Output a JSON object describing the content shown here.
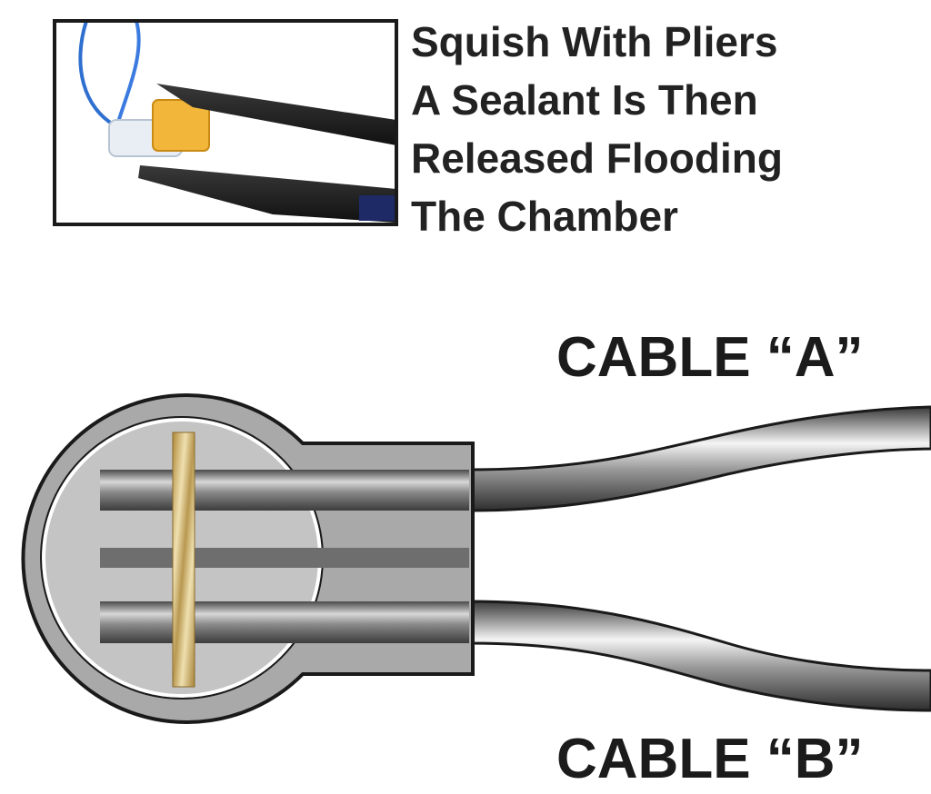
{
  "instructions": {
    "lines": [
      "Squish With Pliers",
      "A Sealant Is Then",
      "Released Flooding",
      "The Chamber"
    ]
  },
  "cables": {
    "a_label": "CABLE “A”",
    "b_label": "CABLE “B”"
  },
  "colors": {
    "connector_body": "#a9a9a9",
    "chamber": "#c4c4c4",
    "wire": "#6e6e6e",
    "blade": "#c8a860",
    "outline": "#1a1a1a",
    "plier": "#1c1c1c",
    "gel": "#f2b63a",
    "blue_wire": "#2f6fd0"
  }
}
